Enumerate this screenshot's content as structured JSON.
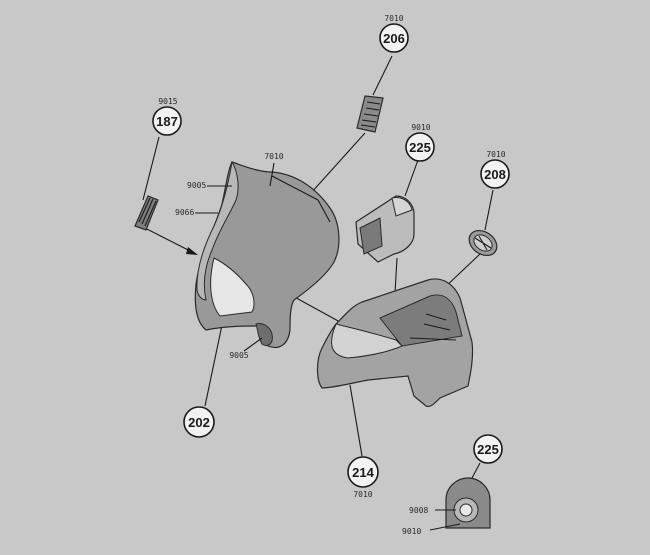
{
  "colors": {
    "background": "#c8c8c8",
    "part_fill": "#8e8e8e",
    "part_light": "#b4b4b4",
    "part_dark": "#6e6e6e",
    "line": "#1a1a1a"
  },
  "callouts": {
    "c206": {
      "number": "206",
      "code": "7010"
    },
    "c187": {
      "number": "187",
      "code": "9015"
    },
    "c225a": {
      "number": "225",
      "code": "9010"
    },
    "c208": {
      "number": "208",
      "code": "7010"
    },
    "c202": {
      "number": "202"
    },
    "c214": {
      "number": "214",
      "code": "7010"
    },
    "c225b": {
      "number": "225"
    }
  },
  "labels": {
    "fairing_top": "7010",
    "fairing_9005_top": "9005",
    "fairing_9066": "9066",
    "fairing_9005_bottom": "9005",
    "cap_9008": "9008",
    "cap_9010": "9010"
  }
}
